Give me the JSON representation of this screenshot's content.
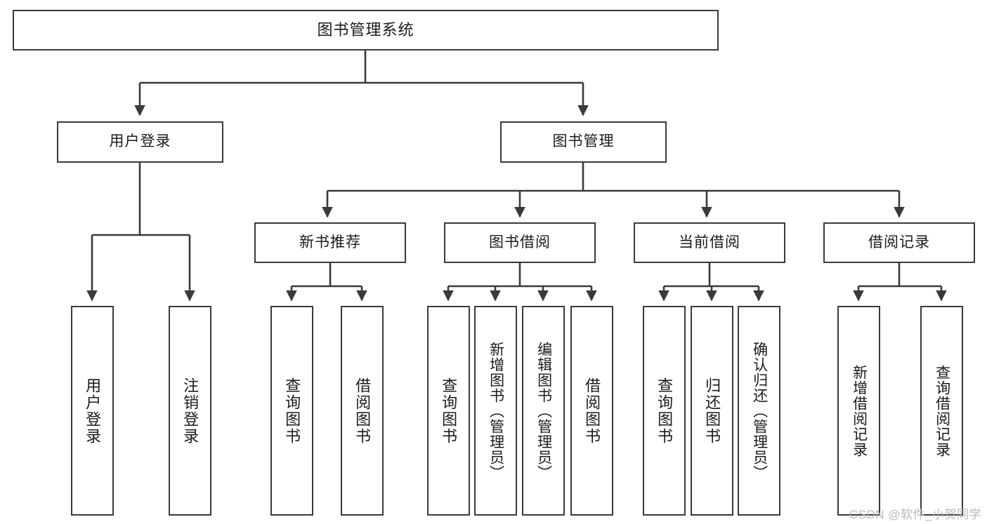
{
  "diagram": {
    "title": "图书管理系统",
    "type": "tree-hierarchy-chart",
    "watermark": "CSDN @软件_小贺同学",
    "colors": {
      "box_border": "#3a3a3a",
      "box_fill": "#ffffff",
      "connector": "#3a3a3a",
      "text": "#1b1b1b",
      "watermark": "#b9b9b9",
      "background": "#ffffff"
    }
  },
  "root": {
    "label": "图书管理系统"
  },
  "level1": [
    {
      "label": "用户登录"
    },
    {
      "label": "图书管理"
    }
  ],
  "level2": [
    {
      "label": "新书推荐"
    },
    {
      "label": "图书借阅"
    },
    {
      "label": "当前借阅"
    },
    {
      "label": "借阅记录"
    }
  ],
  "leaves": {
    "user_login": [
      {
        "label": "用户登录"
      },
      {
        "label": "注销登录"
      }
    ],
    "new_book": [
      {
        "label": "查询图书"
      },
      {
        "label": "借阅图书"
      }
    ],
    "book_borrow": [
      {
        "label": "查询图书"
      },
      {
        "label": "新增图书（管理员）"
      },
      {
        "label": "编辑图书（管理员）"
      },
      {
        "label": "借阅图书"
      }
    ],
    "current_borrow": [
      {
        "label": "查询图书"
      },
      {
        "label": "归还图书"
      },
      {
        "label": "确认归还（管理员）"
      }
    ],
    "borrow_record": [
      {
        "label": "新增借阅记录"
      },
      {
        "label": "查询借阅记录"
      }
    ]
  }
}
